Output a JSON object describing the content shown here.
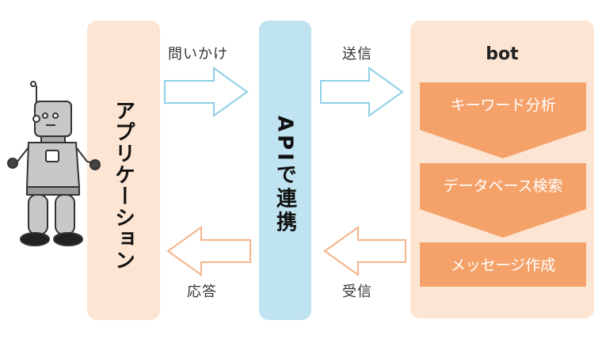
{
  "application": {
    "label": "アプリケーション"
  },
  "api": {
    "label": "APIで連携"
  },
  "bot": {
    "title": "bot",
    "steps": [
      "キーワード分析",
      "データベース検索",
      "メッセージ作成"
    ]
  },
  "arrows": {
    "ask": "問いかけ",
    "send": "送信",
    "receive": "受信",
    "reply": "応答"
  },
  "colors": {
    "app_bg": "#fde5d3",
    "api_bg": "#bfe3f0",
    "step": "#f5a26a",
    "blue_arrow": "#8fcfe6",
    "orange_arrow": "#f5b48a"
  }
}
